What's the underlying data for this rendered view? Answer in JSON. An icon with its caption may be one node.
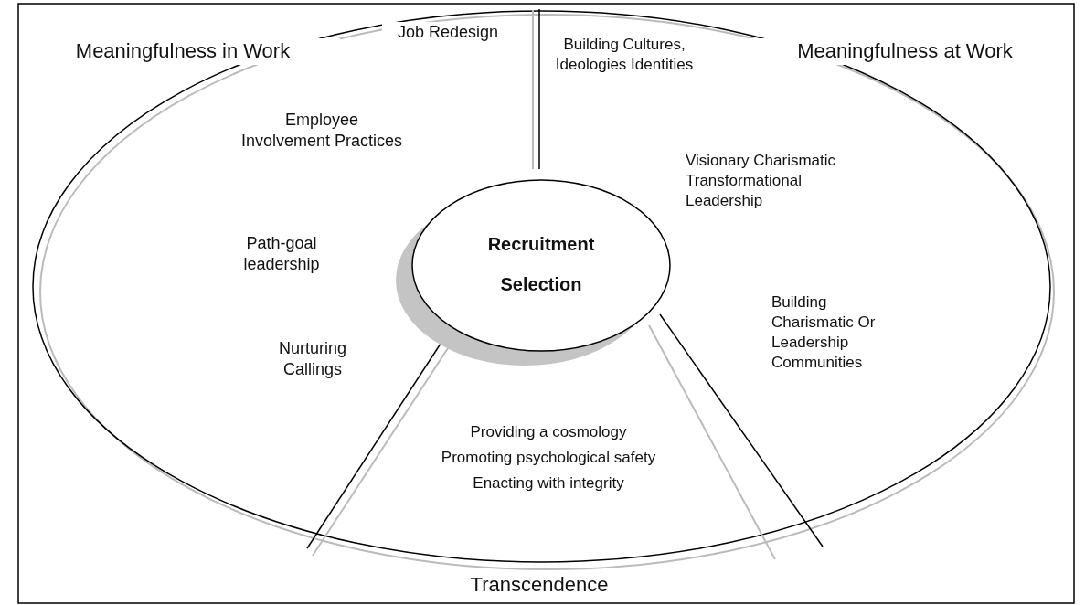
{
  "diagram": {
    "nodes": [
      {
        "text": [],
        "shape": "circle"
      },
      {
        "text": [
          "Recruitment Selection"
        ],
        "in": 0
      }
    ],
    "labels": [
      "Meaningfulness in Work",
      "Job Redesign",
      "Building Cultures, Ideologies Identities",
      "Meaningfulness at Work",
      "Employee Involvement Practices",
      "Visionary Charismatic Transformational Leadership",
      "Path-goal leadership",
      "Building Charismatic Or Leadership Communities",
      "Nurturing Callings",
      "Providing a cosmology",
      "Promoting psychological safety",
      "Enacting with integrity",
      "Transcendence"
    ]
  }
}
